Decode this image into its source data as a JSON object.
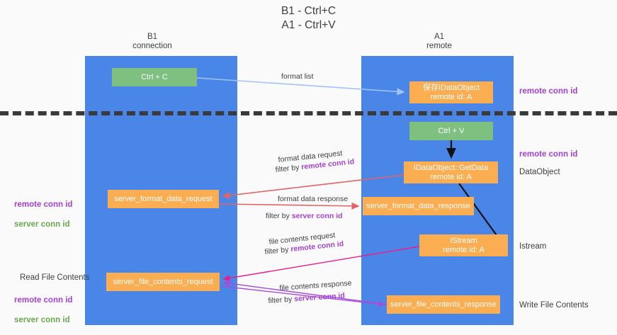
{
  "title": "B1 - Ctrl+C\nA1 - Ctrl+V",
  "lanes": [
    {
      "name": "b1",
      "header": "B1\nconnection"
    },
    {
      "name": "a1",
      "header": "A1\nremote"
    }
  ],
  "nodes": {
    "ctrl_c": "Ctrl + C",
    "save_idataobject": "保存IDataObject\nremote id: A",
    "ctrl_v": "Ctrl + V",
    "getdata": "IDataObject::GetData\nremote id: A",
    "server_format_data_request": "server_format_data_request",
    "server_format_data_response": "server_format_data_response",
    "istream": "IStream\nremote id: A",
    "server_file_contents_request": "server_file_contents_request",
    "server_file_contents_response": "server_file_contents_response"
  },
  "edge_labels": {
    "format_list": "format list",
    "format_data_request": "format data request",
    "filter_by_remote_conn_id": "filter by ",
    "format_data_response": "format data response",
    "filter_by_server_conn_id": "filter by ",
    "file_contents_request": "file contents request",
    "file_contents_response": "file contents response",
    "remote_conn_id": "remote conn id",
    "server_conn_id": "server conn id"
  },
  "notes": {
    "remote_conn_id_top": "remote conn id",
    "remote_conn_id_mid": "remote conn id",
    "dataobject": "DataObject",
    "istream": "Istream",
    "write_file_contents": "Write File Contents",
    "read_file_contents": "Read File Contents",
    "left_remote_conn_id_1": "remote conn id",
    "left_server_conn_id_1": "server conn id",
    "left_remote_conn_id_2": "remote conn id",
    "left_server_conn_id_2": "server conn id"
  },
  "colors": {
    "lane": "#4a86e8",
    "node_green": "#7dc07f",
    "node_orange": "#fbad51",
    "purple": "#a442d0",
    "green_text": "#6aa84f",
    "divider": "#3a3a3a",
    "arrow_blue": "#9fc5f8",
    "arrow_red": "#e06666",
    "arrow_magenta": "#e91e8c",
    "arrow_purple": "#a64dd8",
    "arrow_black": "#111111",
    "background": "#fafafa"
  }
}
